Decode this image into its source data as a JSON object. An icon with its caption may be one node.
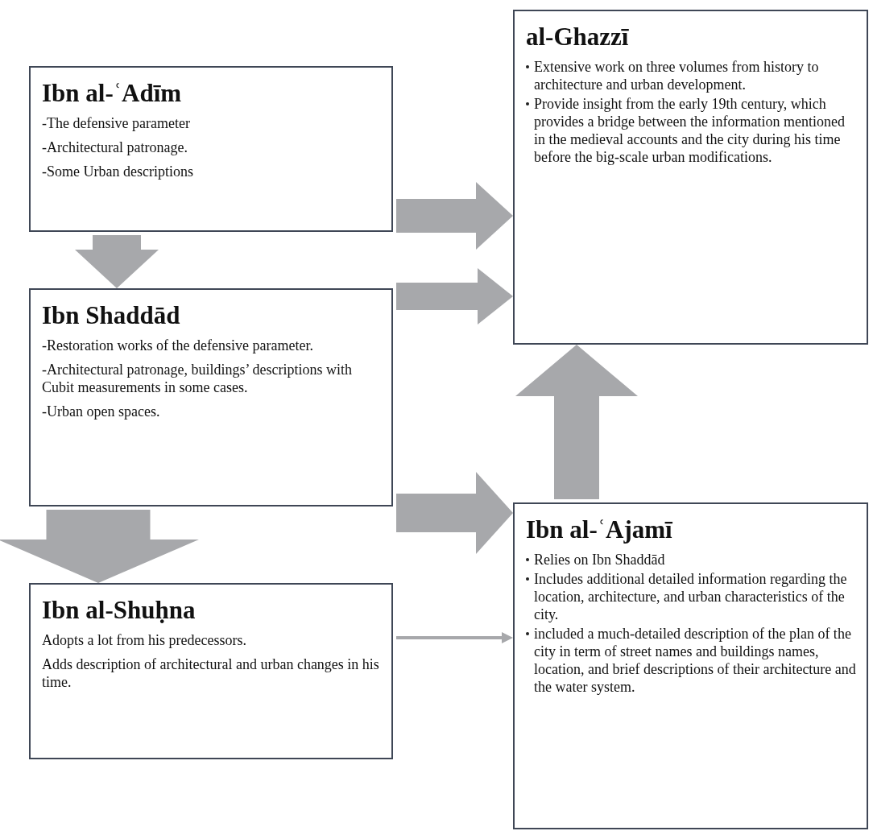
{
  "diagram": {
    "nodes": [
      {
        "text": [
          "Ibn al-ʿAdīm",
          "-The defensive parameter",
          "-Architectural patronage.",
          "-Some Urban descriptions"
        ]
      },
      {
        "text": [
          "al-Ghazzī",
          "Extensive work on three volumes from history to architecture and urban development.",
          "Provide insight from the early 19th century, which provides a bridge between the information mentioned in the medieval accounts and the city during his time before the big-scale urban modifications."
        ]
      },
      {
        "text": [
          "Ibn Shaddād",
          "-Restoration works of the defensive parameter.",
          "-Architectural patronage, buildings’ descriptions with Cubit measurements in some cases.",
          "-Urban open spaces."
        ]
      },
      {
        "text": [
          "Ibn al-Shuḥna",
          "Adopts a lot from his predecessors.",
          "Adds description of architectural and urban changes in his time."
        ]
      },
      {
        "text": [
          "Ibn al-ʿAjamī",
          "Relies on Ibn Shaddād",
          "Includes additional detailed information regarding the location, architecture, and urban characteristics of the city.",
          "included a much-detailed description of the plan of the city in term of street names and buildings names, location, and brief descriptions of their architecture and the water system."
        ]
      }
    ],
    "edges": [
      {
        "from": 0,
        "to": 1,
        "arrow": "to"
      },
      {
        "from": 0,
        "to": 2,
        "arrow": "to"
      },
      {
        "from": 2,
        "to": 1,
        "arrow": "to"
      },
      {
        "from": 2,
        "to": 4,
        "arrow": "to"
      },
      {
        "from": 2,
        "to": 3,
        "arrow": "to",
        "style": "thick"
      },
      {
        "from": 3,
        "to": 4,
        "arrow": "to"
      },
      {
        "from": 4,
        "to": 1,
        "arrow": "to"
      }
    ]
  }
}
